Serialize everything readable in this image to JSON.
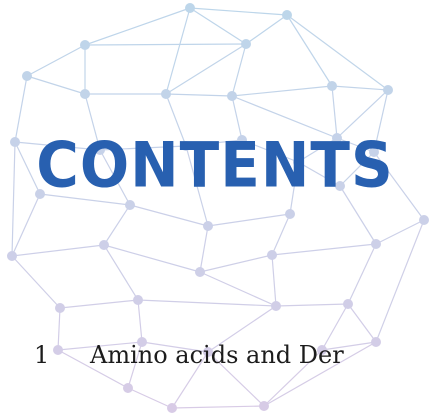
{
  "heading": "CONTENTS",
  "toc": [
    {
      "number": "1",
      "text": "Amino acids and Der"
    }
  ],
  "colors": {
    "heading": "#2860b0",
    "network_top": "#bcd6ea",
    "network_bottom": "#d8cbe6"
  }
}
